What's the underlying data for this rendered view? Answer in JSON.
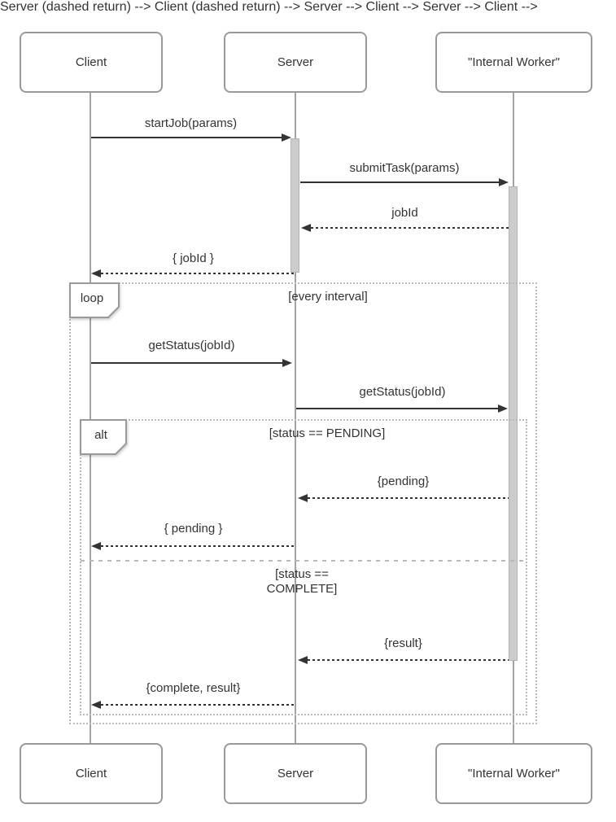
{
  "participants": {
    "client": "Client",
    "server": "Server",
    "worker": "\"Internal Worker\""
  },
  "messages": {
    "start_job": "startJob(params)",
    "submit_task": "submitTask(params)",
    "job_id": "jobId",
    "return_job_id": "{ jobId }",
    "get_status_client": "getStatus(jobId)",
    "get_status_server": "getStatus(jobId)",
    "pending_worker": "{pending}",
    "pending_client": "{ pending }",
    "result_worker": "{result}",
    "complete_client": "{complete, result}"
  },
  "frames": {
    "loop": {
      "operator": "loop",
      "condition": "[every interval]"
    },
    "alt": {
      "operator": "alt",
      "condition_pending": "[status == PENDING]",
      "condition_complete": "[status ==\nCOMPLETE]"
    }
  },
  "colors": {
    "message_line": "#333333",
    "text": "#333333",
    "lifeline": "#a3a3a3",
    "activation_fill": "#cccccc",
    "frame_border": "#b9b9b9",
    "box_border": "#999999",
    "background": "#ffffff"
  }
}
